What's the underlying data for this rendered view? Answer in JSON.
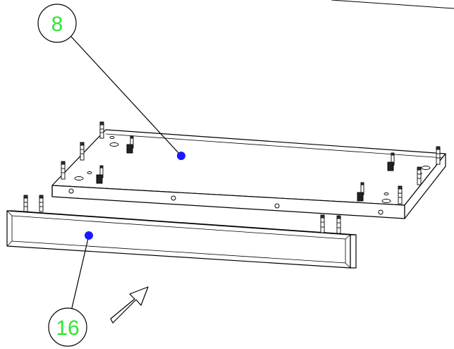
{
  "callouts": [
    {
      "number": "8",
      "target": "panel"
    },
    {
      "number": "16",
      "target": "front-rail"
    }
  ],
  "colors": {
    "callout_text": "#2fe62f",
    "marker": "#1a1aff",
    "line": "#000000",
    "background": "#ffffff"
  },
  "icons": [
    "direction-arrow-icon",
    "wooden-dowel-icon",
    "cam-lock-icon",
    "marker-dot-icon"
  ]
}
